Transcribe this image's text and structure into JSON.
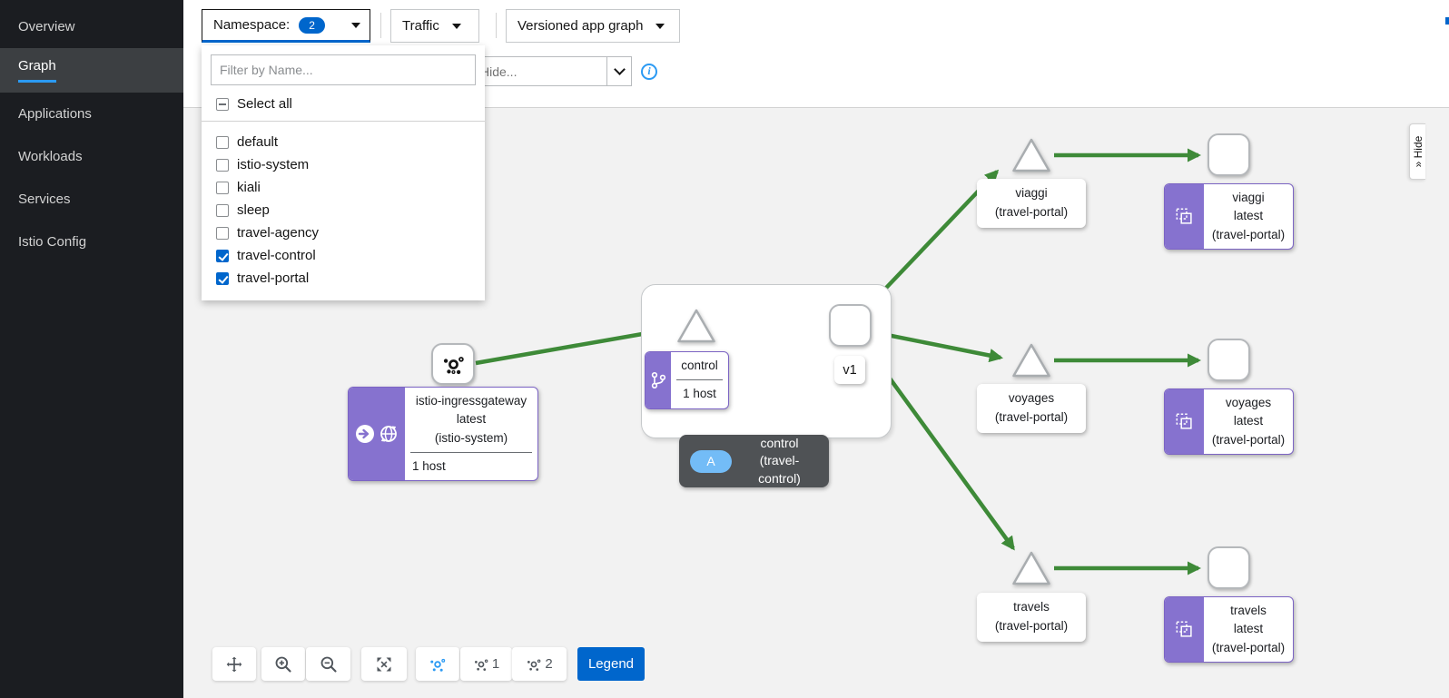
{
  "sidebar": {
    "items": [
      {
        "label": "Overview",
        "active": false
      },
      {
        "label": "Graph",
        "active": true
      },
      {
        "label": "Applications",
        "active": false
      },
      {
        "label": "Workloads",
        "active": false
      },
      {
        "label": "Services",
        "active": false
      },
      {
        "label": "Istio Config",
        "active": false
      }
    ]
  },
  "toolbar": {
    "namespace_label": "Namespace:",
    "namespace_count": "2",
    "traffic_label": "Traffic",
    "graph_type_label": "Versioned app graph",
    "hide_placeholder": "Hide..."
  },
  "namespace_dropdown": {
    "filter_placeholder": "Filter by Name...",
    "select_all_label": "Select all",
    "options": [
      {
        "label": "default",
        "checked": false
      },
      {
        "label": "istio-system",
        "checked": false
      },
      {
        "label": "kiali",
        "checked": false
      },
      {
        "label": "sleep",
        "checked": false
      },
      {
        "label": "travel-agency",
        "checked": false
      },
      {
        "label": "travel-control",
        "checked": true
      },
      {
        "label": "travel-portal",
        "checked": true
      }
    ]
  },
  "graph": {
    "ingress": {
      "line1": "istio-ingressgateway",
      "line2": "latest",
      "line3": "(istio-system)",
      "hosts": "1 host"
    },
    "control": {
      "name": "control",
      "hosts": "1 host",
      "version": "v1"
    },
    "tooltip": {
      "badge": "A",
      "line1": "control",
      "line2": "(travel-control)"
    },
    "services": [
      {
        "name": "viaggi",
        "namespace": "(travel-portal)"
      },
      {
        "name": "voyages",
        "namespace": "(travel-portal)"
      },
      {
        "name": "travels",
        "namespace": "(travel-portal)"
      }
    ],
    "apps": [
      {
        "name": "viaggi",
        "version": "latest",
        "namespace": "(travel-portal)"
      },
      {
        "name": "voyages",
        "version": "latest",
        "namespace": "(travel-portal)"
      },
      {
        "name": "travels",
        "version": "latest",
        "namespace": "(travel-portal)"
      }
    ]
  },
  "footer": {
    "legend_label": "Legend",
    "layout1_label": "1",
    "layout2_label": "2"
  },
  "hide_tab": {
    "label": "Hide",
    "icon": "»"
  },
  "colors": {
    "accent_blue": "#0066cc",
    "link_blue": "#2b9af3",
    "edge_green": "#3e8a38",
    "node_purple": "#8672cf",
    "badge_light_blue": "#73bcf7"
  }
}
